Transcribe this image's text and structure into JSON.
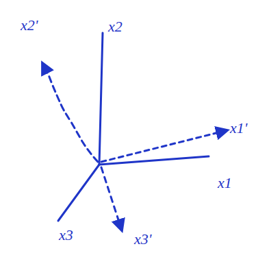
{
  "diagram": {
    "labels": [
      "x2'",
      "x2",
      "x1'",
      "x1",
      "x3",
      "x3'"
    ]
  }
}
